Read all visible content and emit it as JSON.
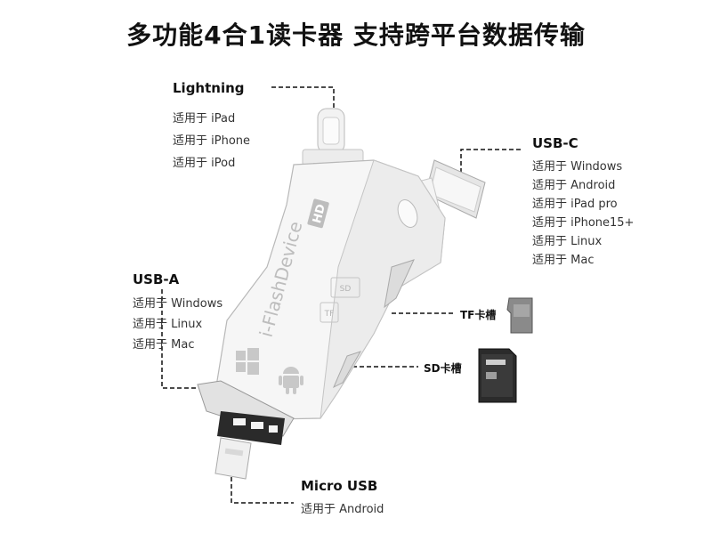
{
  "title": "多功能4合1读卡器  支持跨平台数据传输",
  "lightning": {
    "label": "Lightning",
    "uses": [
      "适用于 iPad",
      "适用于 iPhone",
      "适用于 iPod"
    ]
  },
  "usbc": {
    "label": "USB-C",
    "uses": [
      "适用于 Windows",
      "适用于 Android",
      "适用于 iPad pro",
      "适用于 iPhone15+",
      "适用于 Linux",
      "适用于 Mac"
    ]
  },
  "usba": {
    "label": "USB-A",
    "uses": [
      "适用于 Windows",
      "适用于 Linux",
      "适用于 Mac"
    ]
  },
  "tf": {
    "label": "TF卡槽"
  },
  "sd": {
    "label": "SD卡槽"
  },
  "microusb": {
    "label": "Micro USB",
    "uses": [
      "适用于 Android"
    ]
  },
  "device": {
    "brand_text": "i-FlashDevice",
    "hd_badge": "HD",
    "sd_slot_text": "SD",
    "tf_slot_text": "TF",
    "icons": [
      "windows-icon",
      "android-icon"
    ]
  }
}
